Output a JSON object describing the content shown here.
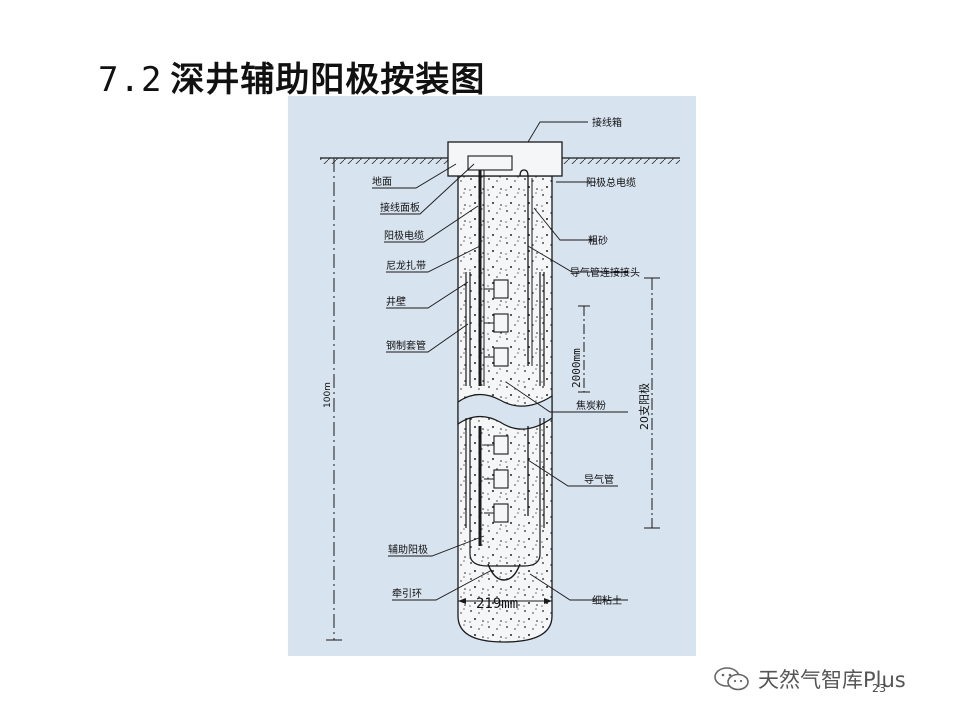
{
  "title": {
    "number": "7.2",
    "text": "深井辅助阳极按装图"
  },
  "diagram": {
    "labels": {
      "junction_box": "接线箱",
      "ground": "地面",
      "terminal_panel": "接线面板",
      "anode_cable": "阳极电缆",
      "nylon_strap": "尼龙扎带",
      "well_wall": "井壁",
      "steel_casing": "钢制套管",
      "anode_main_cable": "阳极总电缆",
      "coarse_sand": "粗砂",
      "vent_pipe_connector": "导气管连接接头",
      "coke_breeze": "焦炭粉",
      "vent_pipe": "导气管",
      "auxiliary_anode": "辅助阳极",
      "pulling_ring": "牵引环",
      "fine_clay": "细粘土"
    },
    "dimensions": {
      "depth": "100m",
      "spacing": "2000mm",
      "anode_count": "20支阳极",
      "diameter": "219mm"
    },
    "colors": {
      "panel": "#d7e3ef",
      "line": "#1a1a1a",
      "fill": "#f4f6f8"
    }
  },
  "watermark": {
    "text": "天然气智库Plus",
    "icon": "wechat-icon"
  },
  "page_number": "23"
}
